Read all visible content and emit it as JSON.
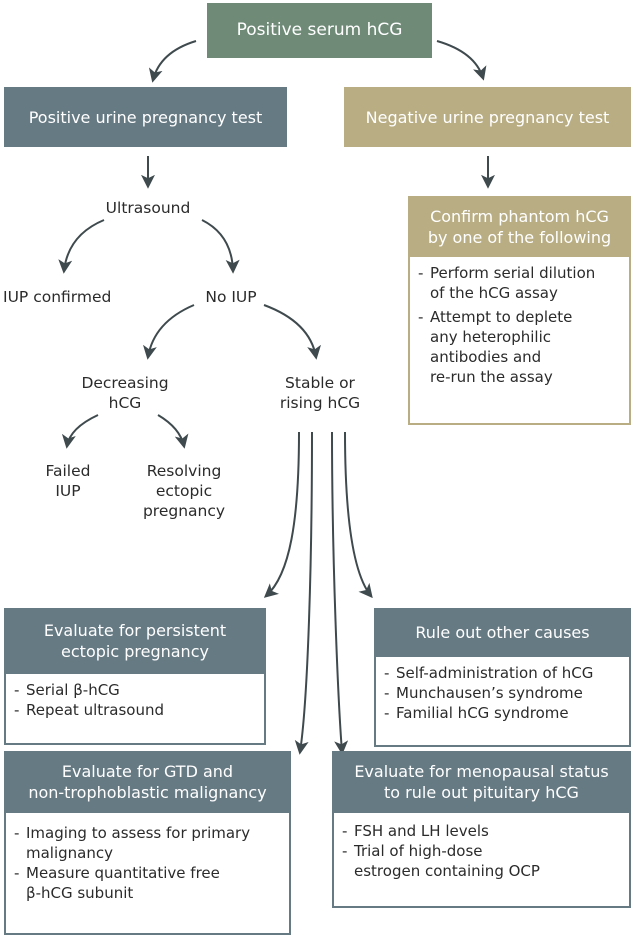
{
  "nodes": {
    "root": "Positive serum hCG",
    "pos_urine": "Positive urine pregnancy test",
    "neg_urine": "Negative urine pregnancy test",
    "ultrasound": "Ultrasound",
    "iup_confirmed": "IUP confirmed",
    "no_iup": "No IUP",
    "decreasing_1": "Decreasing",
    "decreasing_2": "hCG",
    "stable_1": "Stable or",
    "stable_2": "rising hCG",
    "failed_1": "Failed",
    "failed_2": "IUP",
    "resolving_1": "Resolving",
    "resolving_2": "ectopic",
    "resolving_3": "pregnancy"
  },
  "phantom": {
    "title_1": "Confirm phantom hCG",
    "title_2": "by one of the following",
    "items": [
      [
        "Perform serial dilution",
        "of the hCG assay"
      ],
      [
        "Attempt to deplete",
        "any heterophilic",
        "antibodies and",
        "re-run the assay"
      ]
    ]
  },
  "persistent": {
    "title_1": "Evaluate for persistent",
    "title_2": "ectopic pregnancy",
    "items": [
      "Serial β-hCG",
      "Repeat ultrasound"
    ]
  },
  "other_causes": {
    "title": "Rule out other causes",
    "items": [
      "Self-administration of hCG",
      "Munchausen’s syndrome",
      "Familial hCG syndrome"
    ]
  },
  "gtd": {
    "title_1": "Evaluate for GTD and",
    "title_2": "non-trophoblastic malignancy",
    "items": [
      [
        "Imaging to assess for primary",
        "malignancy"
      ],
      [
        "Measure quantitative free",
        "β-hCG subunit"
      ]
    ]
  },
  "menopause": {
    "title_1": "Evaluate for menopausal status",
    "title_2": "to rule out pituitary hCG",
    "items": [
      [
        "FSH and LH levels"
      ],
      [
        "Trial of high-dose",
        "estrogen containing OCP"
      ]
    ]
  },
  "colors": {
    "slate": "#667a84",
    "green": "#6f8b78",
    "tan": "#b9ad84",
    "arrow": "#3f4a4e"
  }
}
